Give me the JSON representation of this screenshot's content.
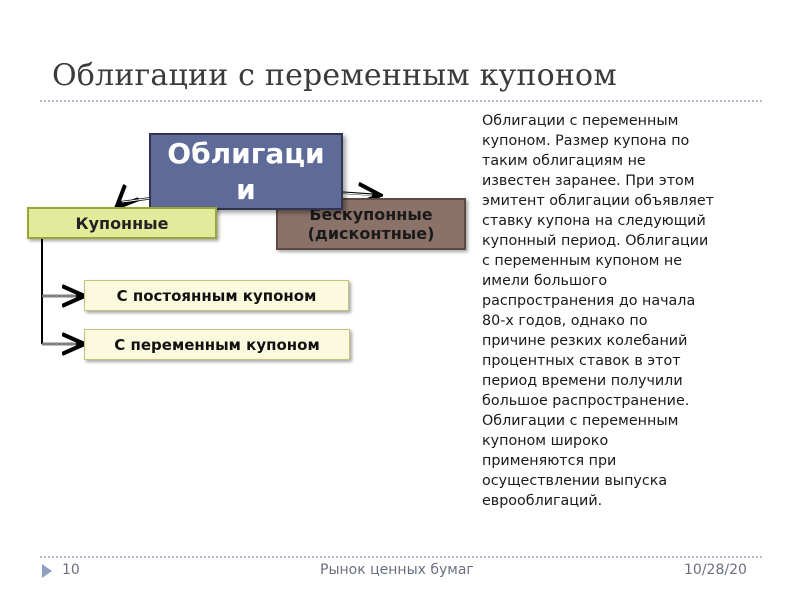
{
  "slide": {
    "title": "Облигации с переменным купоном"
  },
  "diagram": {
    "root": "Облигаци\nи",
    "coupon": "Купонные",
    "zero_coupon": "Бескупонные\n(дисконтные)",
    "sub_fixed": "С постоянным купоном",
    "sub_floating": "С переменным купоном",
    "colors": {
      "root": "#5e6a98",
      "coupon": "#e2ea9c",
      "zero_coupon": "#8a7269",
      "sub": "#fbfadf"
    }
  },
  "description": "Облигации с переменным\nкупоном. Размер купона по\nтаким облигациям не\nизвестен заранее. При этом\nэмитент облигации объявляет\nставку купона на следующий\nкупонный период. Облигации\nс переменным купоном не\nимели большого\nраспространения до начала\n80-х годов, однако по\nпричине резких колебаний\nпроцентных ставок в этот\nпериод времени получили\nбольшое распространение.\nОблигации с переменным\nкупоном широко\nприменяются при\nосуществлении выпуска\nеврооблигаций.",
  "footer": {
    "page_number": "10",
    "center_text": "Рынок ценных бумаг",
    "date": "10/28/20",
    "arrow_icon": "triangle-right-icon"
  }
}
